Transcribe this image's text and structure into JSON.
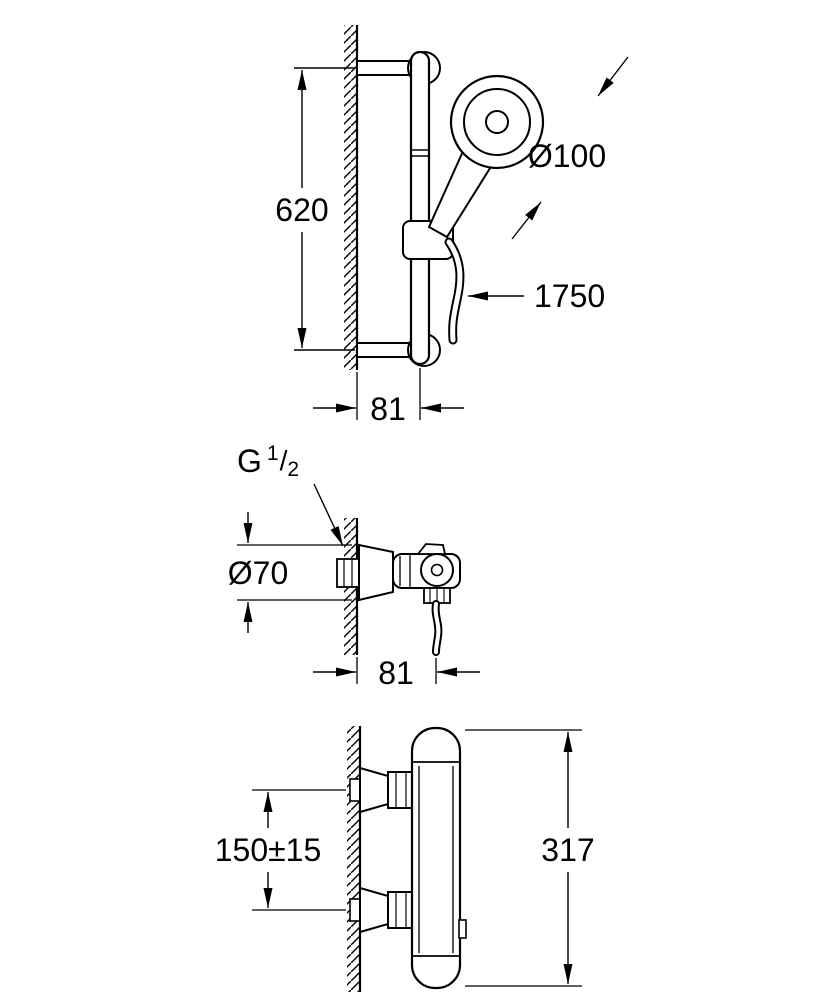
{
  "drawing": {
    "background": "#ffffff",
    "line_color": "#000000",
    "labels": {
      "rail_length": "620",
      "head_diameter": "Ø100",
      "hose_length": "1750",
      "rail_wall_offset": "81",
      "thread_g": "G",
      "thread_num": "1",
      "thread_slash": "/",
      "thread_den": "2",
      "escutcheon_diameter": "Ø70",
      "valve_wall_offset": "81",
      "connection_spacing": "150±15",
      "mixer_height": "317"
    }
  }
}
